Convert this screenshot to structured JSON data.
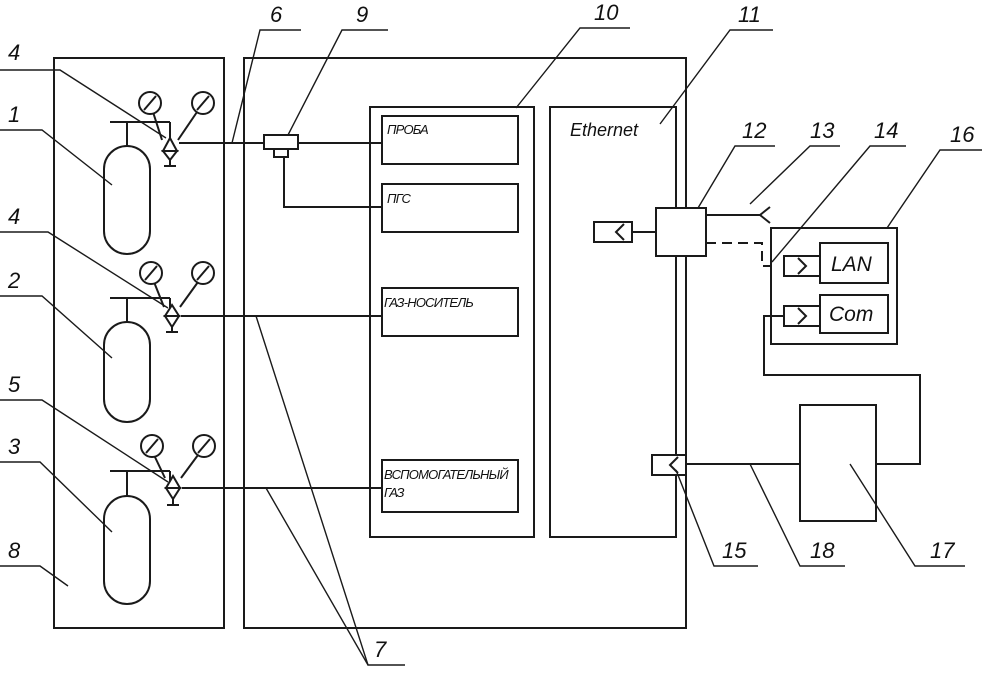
{
  "modules": {
    "probe": "ПРОБА",
    "pgs": "ПГС",
    "carrier_gas": "ГАЗ-НОСИТЕЛЬ",
    "aux_gas_line1": "ВСПОМОГАТЕЛЬНЫЙ",
    "aux_gas_line2": "ГАЗ",
    "ethernet": "Ethernet",
    "lan": "LAN",
    "com": "Com"
  },
  "callouts": {
    "n1": "1",
    "n2": "2",
    "n3": "3",
    "n4a": "4",
    "n4b": "4",
    "n5": "5",
    "n6": "6",
    "n7": "7",
    "n8": "8",
    "n9": "9",
    "n10": "10",
    "n11": "11",
    "n12": "12",
    "n13": "13",
    "n14": "14",
    "n15": "15",
    "n16": "16",
    "n17": "17",
    "n18": "18"
  }
}
